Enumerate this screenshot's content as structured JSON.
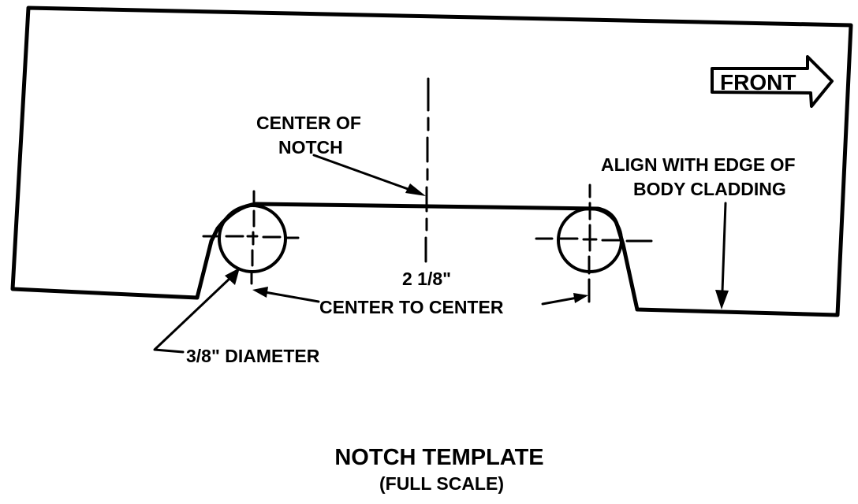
{
  "labels": {
    "front": "FRONT",
    "center_of": "CENTER OF",
    "notch": "NOTCH",
    "align_line1": "ALIGN WITH EDGE OF",
    "align_line2": "BODY CLADDING",
    "dimension_value": "2 1/8\"",
    "center_to_center": "CENTER TO CENTER",
    "diameter": "3/8\" DIAMETER"
  },
  "title": {
    "main": "NOTCH TEMPLATE",
    "sub": "(FULL SCALE)"
  },
  "colors": {
    "ink": "#000000",
    "paper": "#ffffff"
  }
}
